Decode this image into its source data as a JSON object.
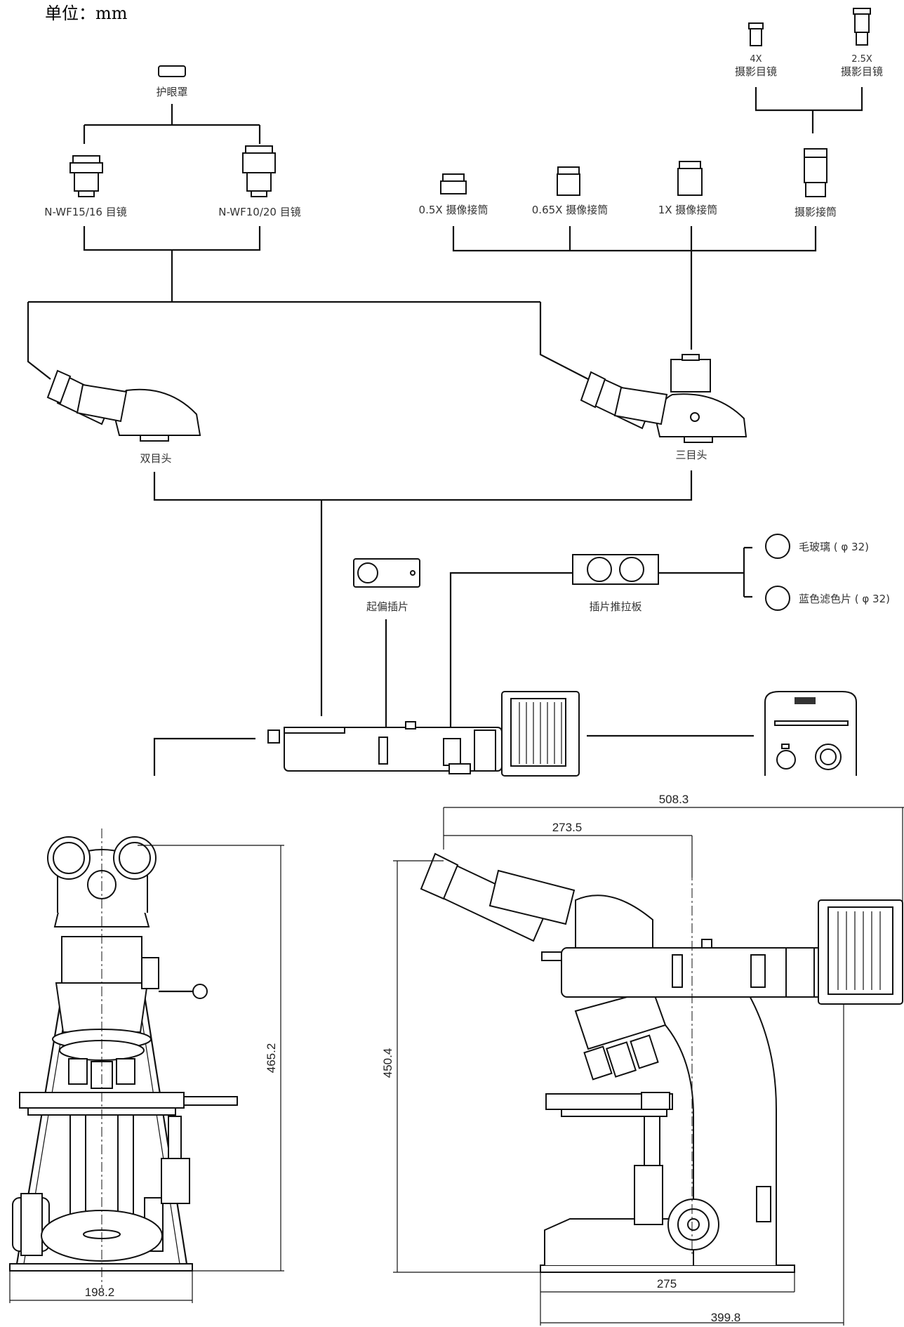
{
  "unit_label": "单位：mm",
  "components": {
    "eye_cup": "护眼罩",
    "eyepiece_15_16": "N-WF15/16 目镜",
    "eyepiece_10_20": "N-WF10/20 目镜",
    "photo_eyepiece_4x_mag": "4X",
    "photo_eyepiece_4x_name": "摄影目镜",
    "photo_eyepiece_25x_mag": "2.5X",
    "photo_eyepiece_25x_name": "摄影目镜",
    "c_mount_05x": "0.5X 摄像接筒",
    "c_mount_065x": "0.65X 摄像接筒",
    "c_mount_1x": "1X 摄像接筒",
    "photo_tube": "摄影接筒",
    "binocular_head": "双目头",
    "trinocular_head": "三目头",
    "polarizer_slider": "起偏插片",
    "filter_slider": "插片推拉板",
    "ground_glass": "毛玻璃 ( φ 32)",
    "blue_filter": "蓝色滤色片 ( φ 32)"
  },
  "dimensions": {
    "front_width": "198.2",
    "front_height": "465.2",
    "side_total_length": "508.3",
    "side_head_length": "273.5",
    "side_height": "450.4",
    "side_base": "275",
    "side_depth": "399.8"
  }
}
